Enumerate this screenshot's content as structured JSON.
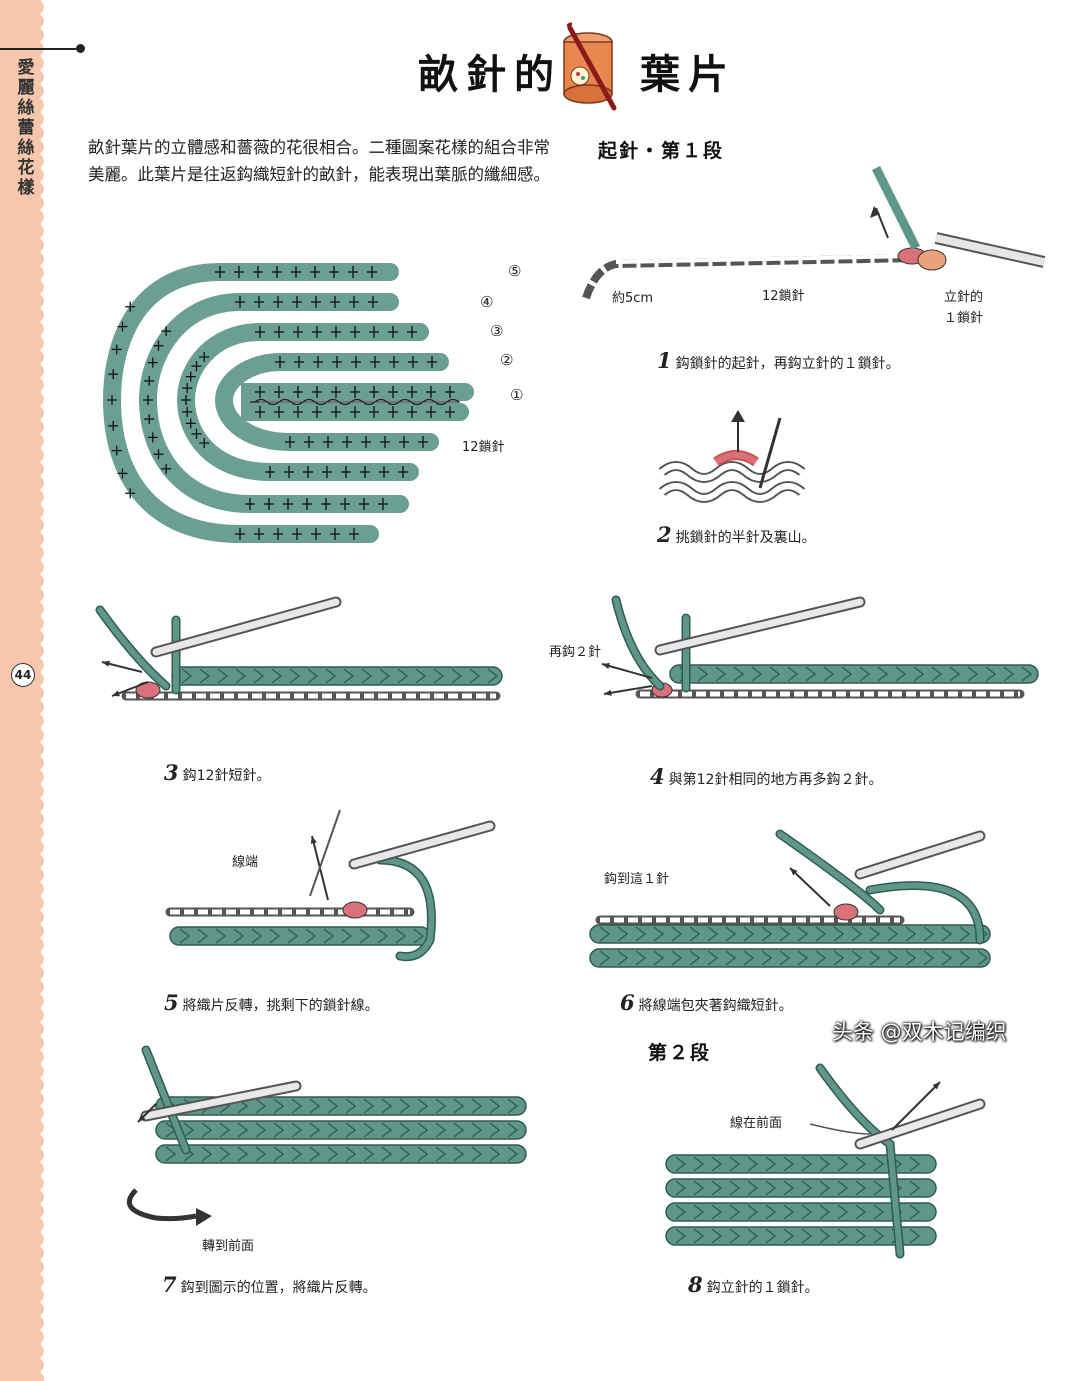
{
  "sidebar": {
    "title": "愛麗絲蕾絲花樣",
    "page_number": "44"
  },
  "header": {
    "title_left": "畝針的",
    "title_right": "葉片"
  },
  "intro": {
    "text": "畝針葉片的立體感和薔薇的花很相合。二種圖案花樣的組合非常美麗。此葉片是往返鈎織短針的畝針，能表現出葉脈的纖細感。"
  },
  "diagram": {
    "row_markers": [
      "⑤",
      "④",
      "③",
      "②",
      "①"
    ],
    "chain_label": "12鎖針"
  },
  "section1": {
    "title": "起針・第１段"
  },
  "step1": {
    "labels": {
      "tail": "約5cm",
      "chain": "12鎖針",
      "turning": "立針的\n１鎖針"
    },
    "number": "1",
    "caption": "鈎鎖針的起針，再鈎立針的１鎖針。"
  },
  "step2": {
    "number": "2",
    "caption": "挑鎖針的半針及裏山。"
  },
  "step3": {
    "number": "3",
    "caption": "鈎12針短針。"
  },
  "step4": {
    "label": "再鈎２針",
    "number": "4",
    "caption": "與第12針相同的地方再多鈎２針。"
  },
  "step5": {
    "label": "線端",
    "number": "5",
    "caption": "將織片反轉，挑剩下的鎖針線。"
  },
  "step6": {
    "label": "鈎到這１針",
    "number": "6",
    "caption": "將線端包夾著鈎織短針。"
  },
  "section2": {
    "title": "第２段"
  },
  "step7": {
    "label": "轉到前面",
    "number": "7",
    "caption": "鈎到圖示的位置，將織片反轉。"
  },
  "step8": {
    "label": "線在前面",
    "number": "8",
    "caption": "鈎立針的１鎖針。"
  },
  "watermark": "头条 @双木记编织",
  "colors": {
    "yarn": "#5f9688",
    "yarn_dark": "#2e5c52",
    "highlight": "#d9717a",
    "sidebar": "#f6c7ad"
  }
}
